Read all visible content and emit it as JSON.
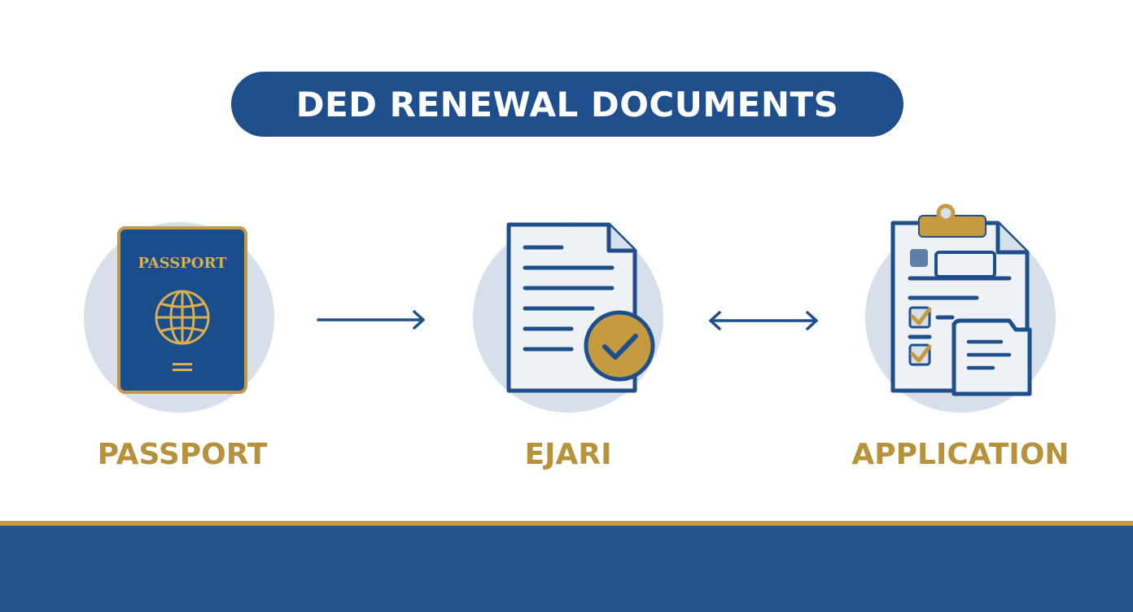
{
  "title": "DED RENEWAL DOCUMENTS",
  "documents": [
    {
      "label": "PASSPORT",
      "cover_text": "PASSPORT",
      "icon": "passport-icon"
    },
    {
      "label": "EJARI",
      "icon": "document-check-icon"
    },
    {
      "label": "APPLICATION",
      "icon": "clipboard-checklist-icon"
    }
  ],
  "connectors": [
    {
      "icon": "arrow-right-icon"
    },
    {
      "icon": "arrow-both-icon"
    }
  ],
  "colors": {
    "navy": "#1e4f8c",
    "gold": "#b8923a",
    "circle": "#d6dfea",
    "paper": "#eef1f5",
    "footer": "#23548a"
  }
}
